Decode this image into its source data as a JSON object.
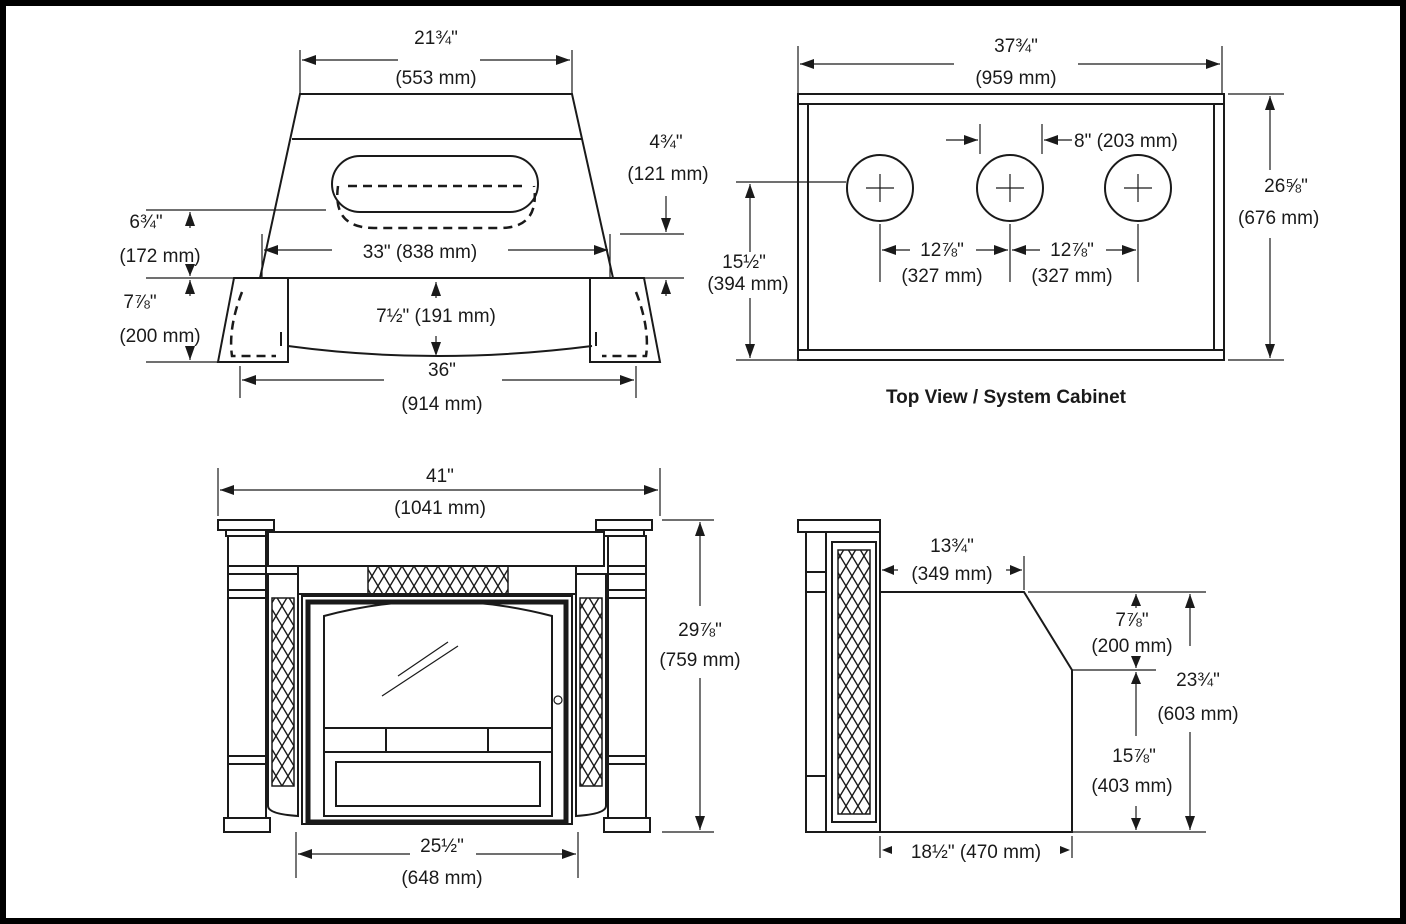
{
  "labels": {
    "front_top_width_in": "21¾\"",
    "front_top_width_mm": "(553 mm)",
    "front_depth_in": "4¾\"",
    "front_depth_mm": "(121 mm)",
    "front_left_upper_in": "6¾\"",
    "front_left_upper_mm": "(172 mm)",
    "front_mid_width": "33\" (838 mm)",
    "front_left_lower_in": "7⅞\"",
    "front_left_lower_mm": "(200 mm)",
    "front_center_depth": "7½\" (191 mm)",
    "front_bottom_width_in": "36\"",
    "front_bottom_width_mm": "(914 mm)",
    "top_width_in": "37¾\"",
    "top_width_mm": "(959 mm)",
    "top_spacing": "8\" (203 mm)",
    "top_height_in": "26⅝\"",
    "top_height_mm": "(676 mm)",
    "top_pipe_height_in": "15½\"",
    "top_pipe_height_mm": "(394 mm)",
    "top_pitch1_in": "12⅞\"",
    "top_pitch1_mm": "(327 mm)",
    "top_pitch2_in": "12⅞\"",
    "top_pitch2_mm": "(327 mm)",
    "top_caption": "Top View / System Cabinet",
    "elev_width_in": "41\"",
    "elev_width_mm": "(1041 mm)",
    "elev_height_in": "29⅞\"",
    "elev_height_mm": "(759 mm)",
    "elev_opening_in": "25½\"",
    "elev_opening_mm": "(648 mm)",
    "side_top_depth_in": "13¾\"",
    "side_top_depth_mm": "(349 mm)",
    "side_bevel_in": "7⅞\"",
    "side_bevel_mm": "(200 mm)",
    "side_total_in": "23¾\"",
    "side_total_mm": "(603 mm)",
    "side_lower_in": "15⅞\"",
    "side_lower_mm": "(403 mm)",
    "side_base_depth": "18½\" (470 mm)"
  },
  "colors": {
    "line": "#1a1a1a",
    "background": "#ffffff",
    "frame": "#000000"
  }
}
